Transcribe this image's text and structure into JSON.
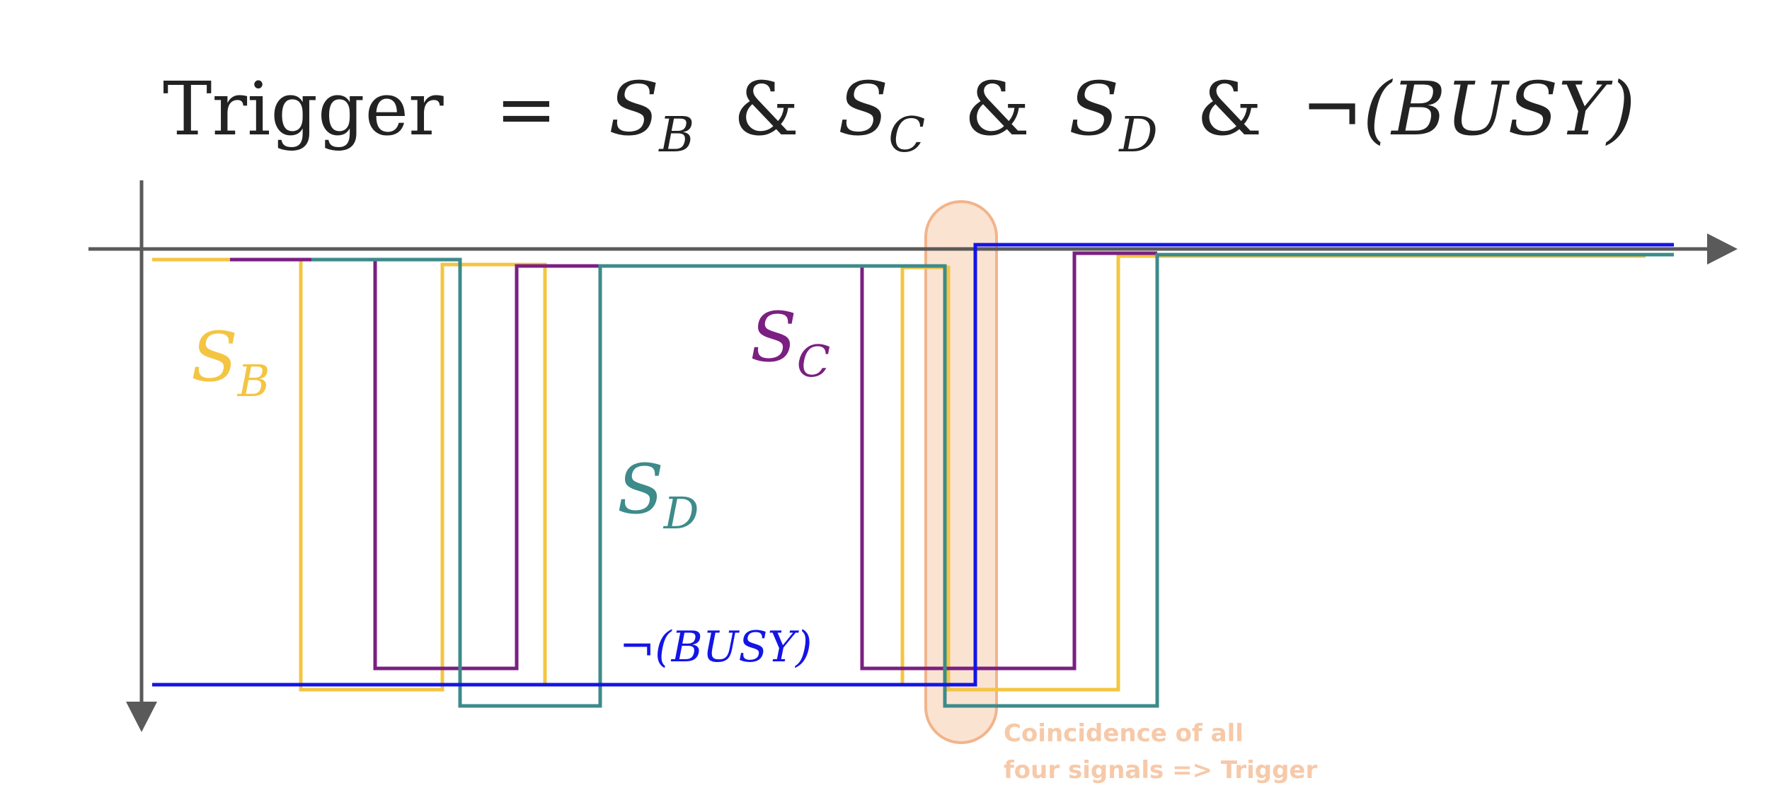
{
  "equation": {
    "lhs": "Trigger",
    "equals": "=",
    "s": "S",
    "sub_b": "B",
    "sub_c": "C",
    "sub_d": "D",
    "amp": "&",
    "neg_busy": "¬(BUSY)"
  },
  "labels": {
    "s": "S",
    "sub_b": "B",
    "sub_c": "C",
    "sub_d": "D",
    "neg_busy": "¬(BUSY)"
  },
  "annotation": {
    "line1": "Coincidence of all",
    "line2": "four signals => Trigger"
  },
  "colors": {
    "axis": "#5a5a5a",
    "s_b": "#f4c542",
    "s_c": "#7b1f82",
    "s_d": "#3d8b8a",
    "busy": "#1414e6",
    "highlight_fill": "#fbe3d2",
    "highlight_stroke": "#f2b48a",
    "annotation": "#f6c9a8",
    "text": "#222222"
  }
}
